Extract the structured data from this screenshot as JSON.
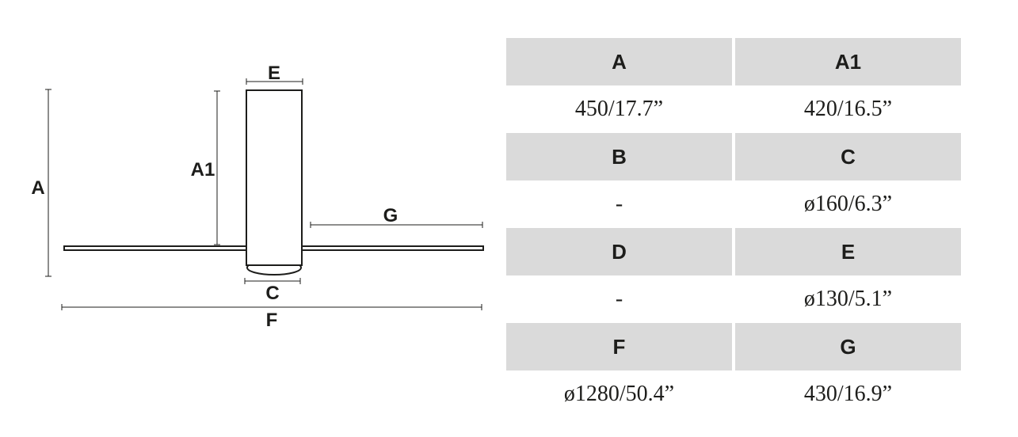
{
  "diagram": {
    "labels": {
      "A": "A",
      "A1": "A1",
      "C": "C",
      "E": "E",
      "F": "F",
      "G": "G"
    }
  },
  "table": {
    "rows": [
      {
        "keys": [
          "A",
          "A1"
        ],
        "values": [
          "450/17.7”",
          "420/16.5”"
        ]
      },
      {
        "keys": [
          "B",
          "C"
        ],
        "values": [
          "-",
          "ø160/6.3”"
        ]
      },
      {
        "keys": [
          "D",
          "E"
        ],
        "values": [
          "-",
          "ø130/5.1”"
        ]
      },
      {
        "keys": [
          "F",
          "G"
        ],
        "values": [
          "ø1280/50.4”",
          "430/16.9”"
        ]
      }
    ]
  }
}
